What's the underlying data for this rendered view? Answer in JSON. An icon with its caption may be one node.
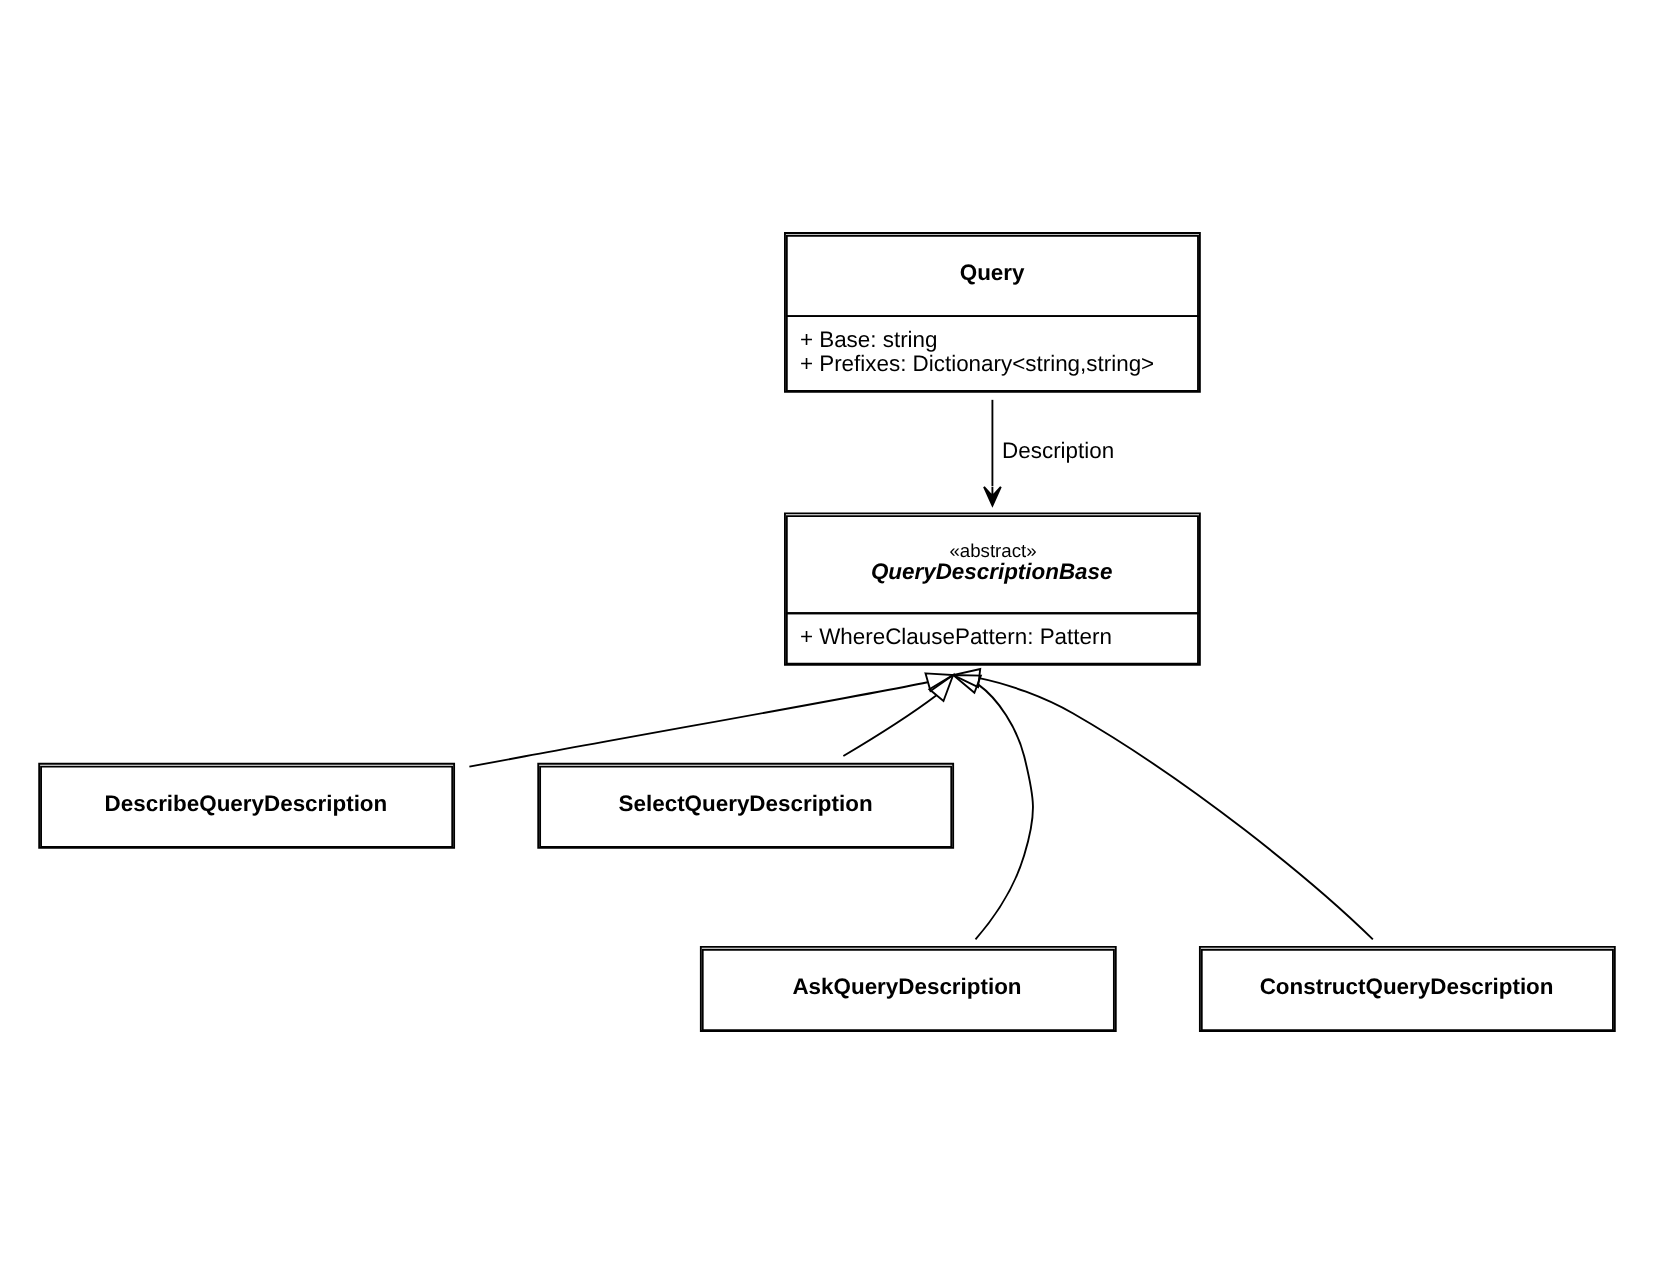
{
  "diagram": {
    "nodes": [
      {
        "text": [
          "Query",
          "+ Base: string",
          "+ Prefixes: Dictionary<string,string>"
        ]
      },
      {
        "text": [
          "«abstract»",
          "QueryDescriptionBase",
          "+ WhereClausePattern: Pattern"
        ]
      },
      {
        "text": [
          "DescribeQueryDescription"
        ]
      },
      {
        "text": [
          "SelectQueryDescription"
        ]
      },
      {
        "text": [
          "AskQueryDescription"
        ]
      },
      {
        "text": [
          "ConstructQueryDescription"
        ]
      }
    ],
    "edges": [
      {
        "from": 0,
        "to": 1,
        "arrow": "to",
        "label": "Description"
      },
      {
        "from": 2,
        "to": 1,
        "arrow": "to"
      },
      {
        "from": 3,
        "to": 1,
        "arrow": "to"
      },
      {
        "from": 4,
        "to": 1,
        "arrow": "to"
      },
      {
        "from": 5,
        "to": 1,
        "arrow": "to"
      }
    ]
  }
}
